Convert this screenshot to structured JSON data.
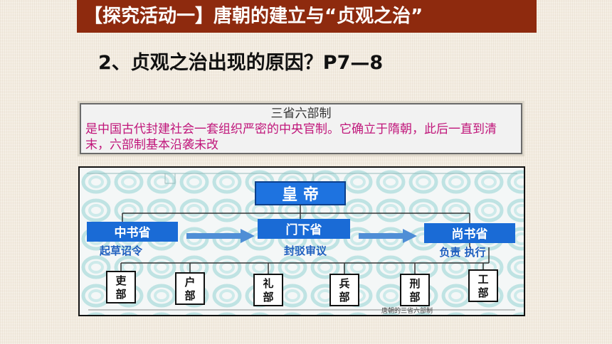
{
  "header": {
    "title": "【探究活动一】唐朝的建立与“贞观之治”"
  },
  "question": "2、贞观之治出现的原因？P7—8",
  "definition": {
    "title": "三省六部制",
    "body": "是中国古代封建社会一套组织严密的中央官制。它确立于隋朝，此后一直到清末，六部制基本沿袭未改"
  },
  "diagram": {
    "emperor": "皇 帝",
    "provinces": [
      {
        "name": "中书省",
        "duty": "起草诏令"
      },
      {
        "name": "门下省",
        "duty": "封驳审议"
      },
      {
        "name": "尚书省",
        "duty": "负责 执行"
      }
    ],
    "ministries": [
      "吏\n部",
      "户\n部",
      "礼\n部",
      "兵\n部",
      "刑\n部",
      "工\n部"
    ],
    "caption": "唐朝的三省六部制"
  },
  "colors": {
    "banner": "#8e2a0e",
    "province_box": "#1a6bd6",
    "emperor_box": "#1e73e0",
    "duty_text": "#1f5fbf",
    "definition_text": "#c0157a"
  }
}
